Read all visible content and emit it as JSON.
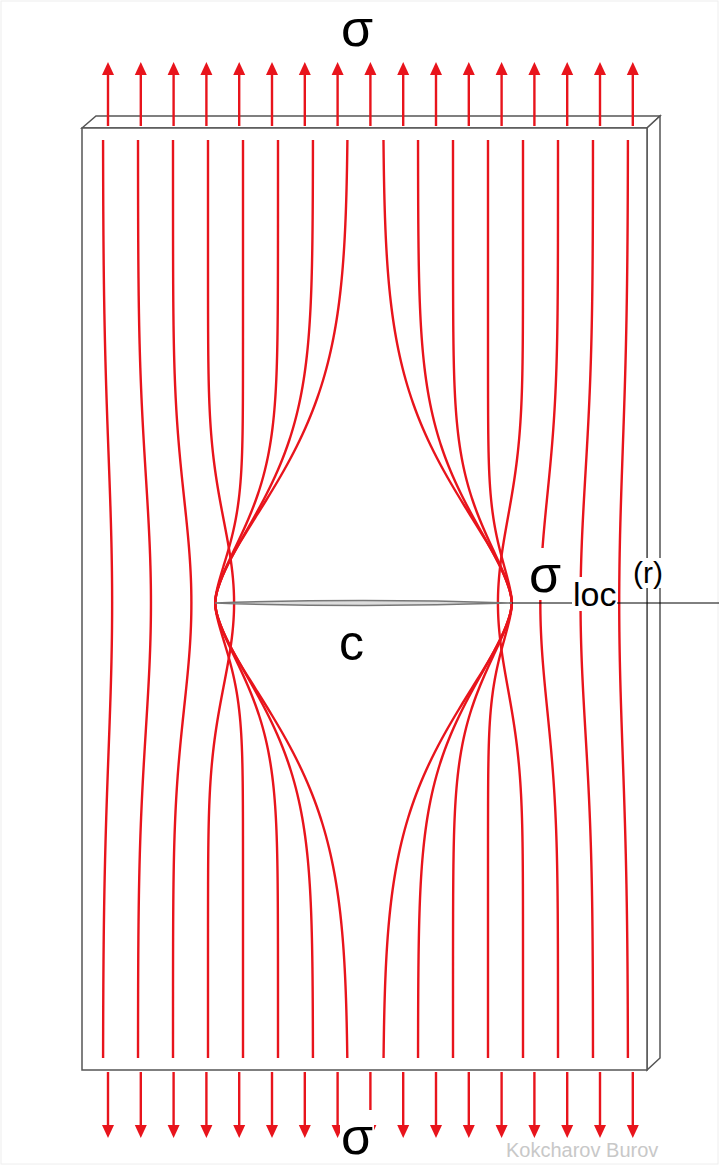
{
  "diagram": {
    "labels": [
      "σ",
      "σ",
      "σ",
      "loc",
      "(r)",
      "c",
      "Kokcharov Burov"
    ]
  }
}
